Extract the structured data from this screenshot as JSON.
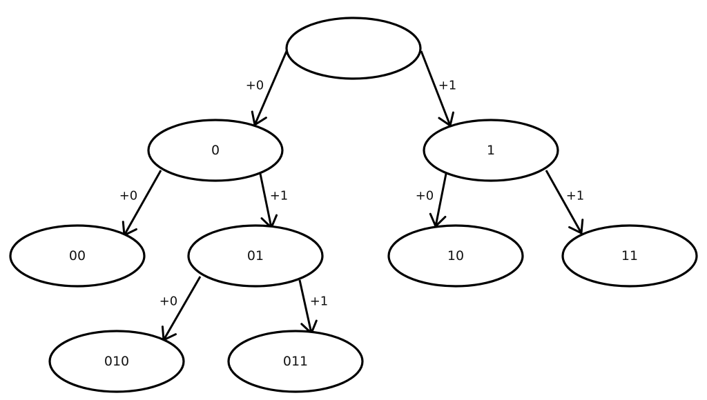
{
  "diagram": {
    "type": "binary-tree",
    "nodes": [
      {
        "id": "root",
        "label": ""
      },
      {
        "id": "n0",
        "label": "0"
      },
      {
        "id": "n1",
        "label": "1"
      },
      {
        "id": "n00",
        "label": "00"
      },
      {
        "id": "n01",
        "label": "01"
      },
      {
        "id": "n10",
        "label": "10"
      },
      {
        "id": "n11",
        "label": "11"
      },
      {
        "id": "n010",
        "label": "010"
      },
      {
        "id": "n011",
        "label": "011"
      }
    ],
    "edges": [
      {
        "from": "root",
        "to": "n0",
        "label": "+0"
      },
      {
        "from": "root",
        "to": "n1",
        "label": "+1"
      },
      {
        "from": "n0",
        "to": "n00",
        "label": "+0"
      },
      {
        "from": "n0",
        "to": "n01",
        "label": "+1"
      },
      {
        "from": "n1",
        "to": "n10",
        "label": "+0"
      },
      {
        "from": "n1",
        "to": "n11",
        "label": "+1"
      },
      {
        "from": "n01",
        "to": "n010",
        "label": "+0"
      },
      {
        "from": "n01",
        "to": "n011",
        "label": "+1"
      }
    ]
  }
}
